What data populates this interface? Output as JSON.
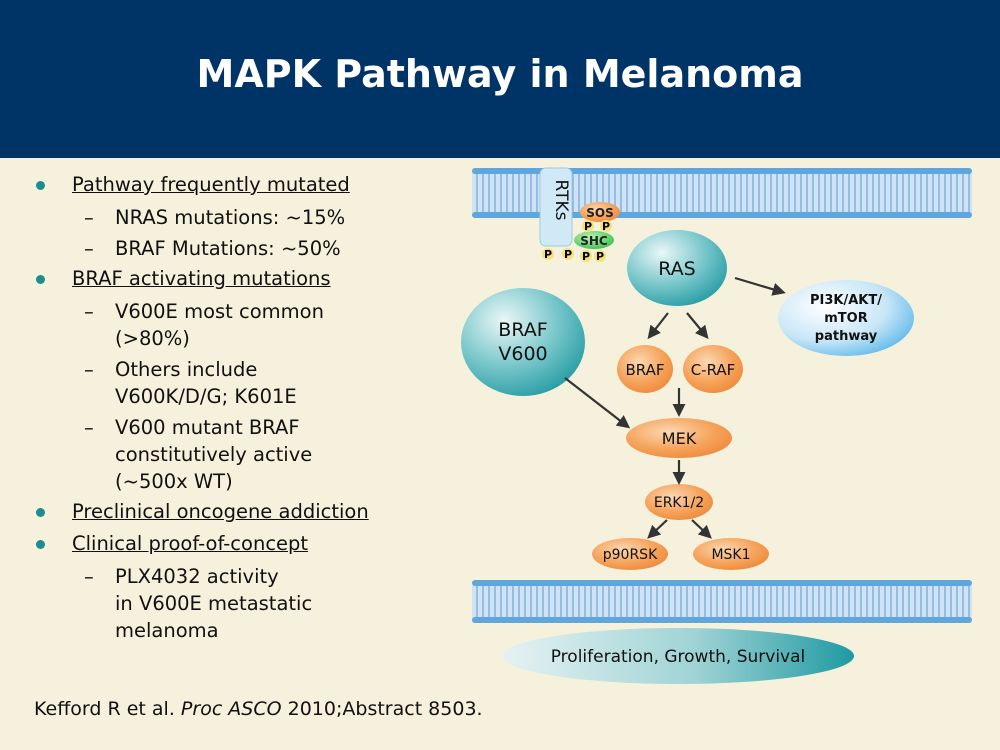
{
  "header": {
    "title": "MAPK Pathway in Melanoma"
  },
  "bullets": [
    {
      "text": "Pathway frequently mutated",
      "sub": [
        {
          "lines": [
            "NRAS mutations: ~15%"
          ]
        },
        {
          "lines": [
            "BRAF Mutations: ~50%"
          ]
        }
      ]
    },
    {
      "text": "BRAF activating mutations",
      "sub": [
        {
          "lines": [
            "V600E most common",
            "(>80%)"
          ]
        },
        {
          "lines": [
            "Others include",
            "V600K/D/G; K601E"
          ]
        },
        {
          "lines": [
            "V600 mutant BRAF",
            "constitutively active",
            "(~500x WT)"
          ]
        }
      ]
    },
    {
      "text": "Preclinical oncogene addiction",
      "sub": []
    },
    {
      "text": "Clinical proof-of-concept",
      "sub": [
        {
          "lines": [
            "PLX4032 activity",
            "in V600E metastatic",
            "melanoma"
          ]
        }
      ]
    }
  ],
  "reference": {
    "authors": "Kefford R et al. ",
    "journal": "Proc ASCO",
    "rest": " 2010;Abstract 8503."
  },
  "diagram": {
    "rtks": "RTKs",
    "sos": "SOS",
    "shc": "SHC",
    "phospho": "P",
    "ras": "RAS",
    "braf_v600_line1": "BRAF",
    "braf_v600_line2": "V600",
    "pi3k_line1": "PI3K/AKT/",
    "pi3k_line2": "mTOR",
    "pi3k_line3": "pathway",
    "braf": "BRAF",
    "craf": "C-RAF",
    "mek": "MEK",
    "erk": "ERK1/2",
    "p90rsk": "p90RSK",
    "msk1": "MSK1",
    "outcome": "Proliferation, Growth, Survival"
  },
  "colors": {
    "header_bg": "#003366",
    "background": "#f5f1dc",
    "bullet": "#1a8f8f",
    "kinase": "#f59a4a",
    "membrane": "#7fb3e0",
    "ras": "#2a9fa6"
  }
}
